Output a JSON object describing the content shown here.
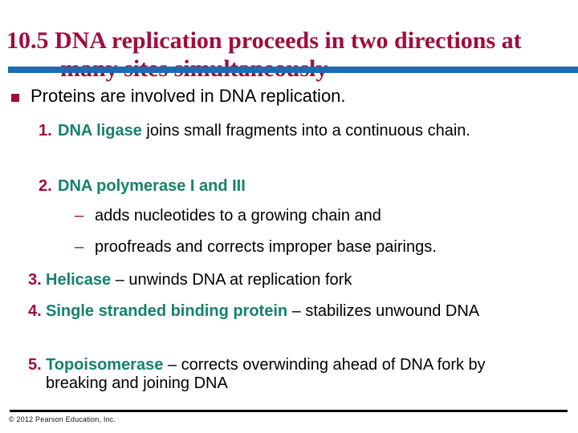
{
  "slide": {
    "title": "10.5 DNA replication proceeds in two directions at many sites simultaneously",
    "lead_bullet": {
      "icon": "square-bullet",
      "text": "Proteins are involved in DNA replication."
    },
    "items": [
      {
        "num": "1.",
        "keyword": "DNA ligase",
        "rest": " joins small fragments into a continuous chain."
      },
      {
        "num": "2.",
        "keyword": "DNA polymerase I and III",
        "rest": ""
      },
      {
        "num": "3.",
        "keyword": "Helicase",
        "rest": " – unwinds DNA at replication fork"
      },
      {
        "num": "4.",
        "keyword": "Single stranded binding protein",
        "rest": " – stabilizes unwound DNA"
      },
      {
        "num": "5.",
        "keyword": "Topoisomerase",
        "rest": " – corrects overwinding ahead of DNA fork by breaking and joining DNA"
      }
    ],
    "sub_items": {
      "dash": "–",
      "lines": [
        "adds nucleotides to a growing chain and",
        "proofreads and corrects improper base pairings."
      ]
    },
    "footer": {
      "copyright": "© 2012 Pearson Education, Inc."
    },
    "colors": {
      "accent_red": "#A00D3C",
      "keyword_teal": "#15826B",
      "divider_blue": "#1E6CB0"
    }
  }
}
